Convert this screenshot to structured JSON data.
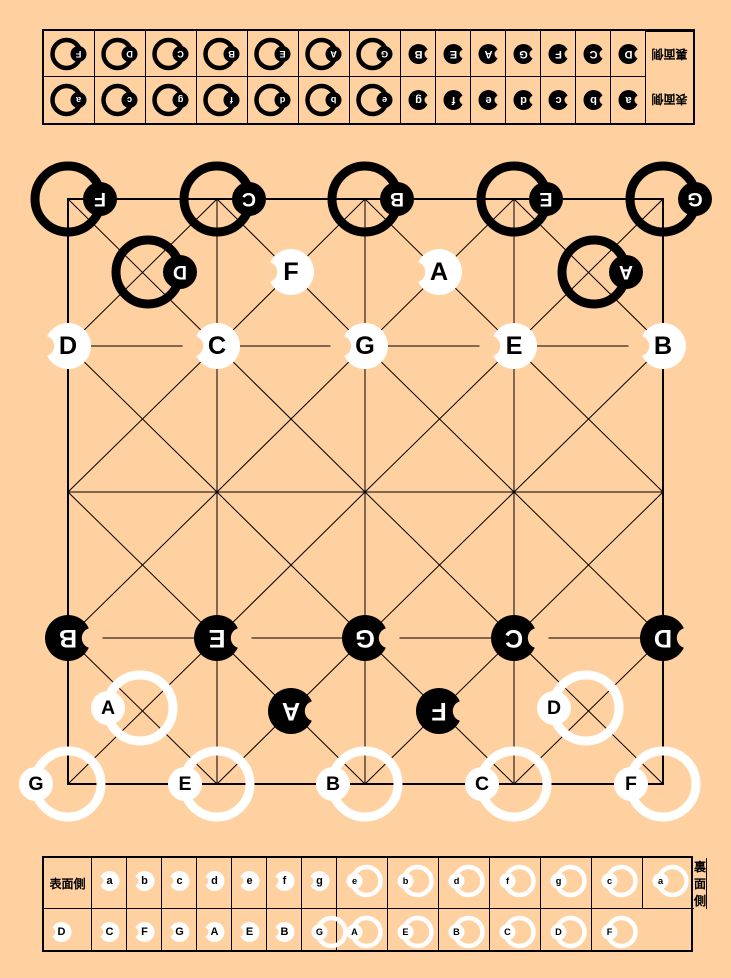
{
  "colors": {
    "background": "#FFD0A0",
    "black_piece": "#000000",
    "white_piece": "#FFFFFF",
    "line": "#000000"
  },
  "tray_top": {
    "row1": {
      "label": "裏面側",
      "rings": [
        "F",
        "D",
        "C",
        "B",
        "E",
        "A",
        "G"
      ],
      "pieces": [
        "B",
        "E",
        "A",
        "G",
        "F",
        "C",
        "D"
      ]
    },
    "row2": {
      "label": "表面側",
      "rings": [
        "a",
        "c",
        "g",
        "f",
        "d",
        "b",
        "e"
      ],
      "pieces": [
        "g",
        "f",
        "e",
        "d",
        "c",
        "b",
        "a"
      ]
    }
  },
  "tray_bottom": {
    "row1": {
      "label": "表面側",
      "pieces": [
        "a",
        "b",
        "c",
        "d",
        "e",
        "f",
        "g"
      ],
      "rings": [
        "e",
        "b",
        "d",
        "f",
        "g",
        "c",
        "a"
      ]
    },
    "row2": {
      "label": "裏面側",
      "pieces": [
        "D",
        "C",
        "F",
        "G",
        "A",
        "E",
        "B"
      ],
      "rings": [
        "G",
        "A",
        "E",
        "B",
        "C",
        "D",
        "F"
      ]
    }
  },
  "board": {
    "black_rings_back": [
      "F",
      "C",
      "B",
      "E",
      "G"
    ],
    "black_rings_middle": [
      {
        "col": 1,
        "letter": "D"
      },
      {
        "col": 7,
        "letter": "A"
      }
    ],
    "white_top": [
      {
        "col": 3,
        "letter": "F"
      },
      {
        "col": 5,
        "letter": "A"
      }
    ],
    "white_row3": [
      "D",
      "C",
      "G",
      "E",
      "B"
    ],
    "black_row6": [
      "B",
      "E",
      "G",
      "C",
      "D"
    ],
    "black_mid": [
      {
        "col": 3,
        "letter": "A"
      },
      {
        "col": 5,
        "letter": "F"
      }
    ],
    "white_rings_middle": [
      {
        "col": 1,
        "letter": "A"
      },
      {
        "col": 7,
        "letter": "D"
      }
    ],
    "white_rings_back": [
      "G",
      "E",
      "B",
      "C",
      "F"
    ]
  }
}
